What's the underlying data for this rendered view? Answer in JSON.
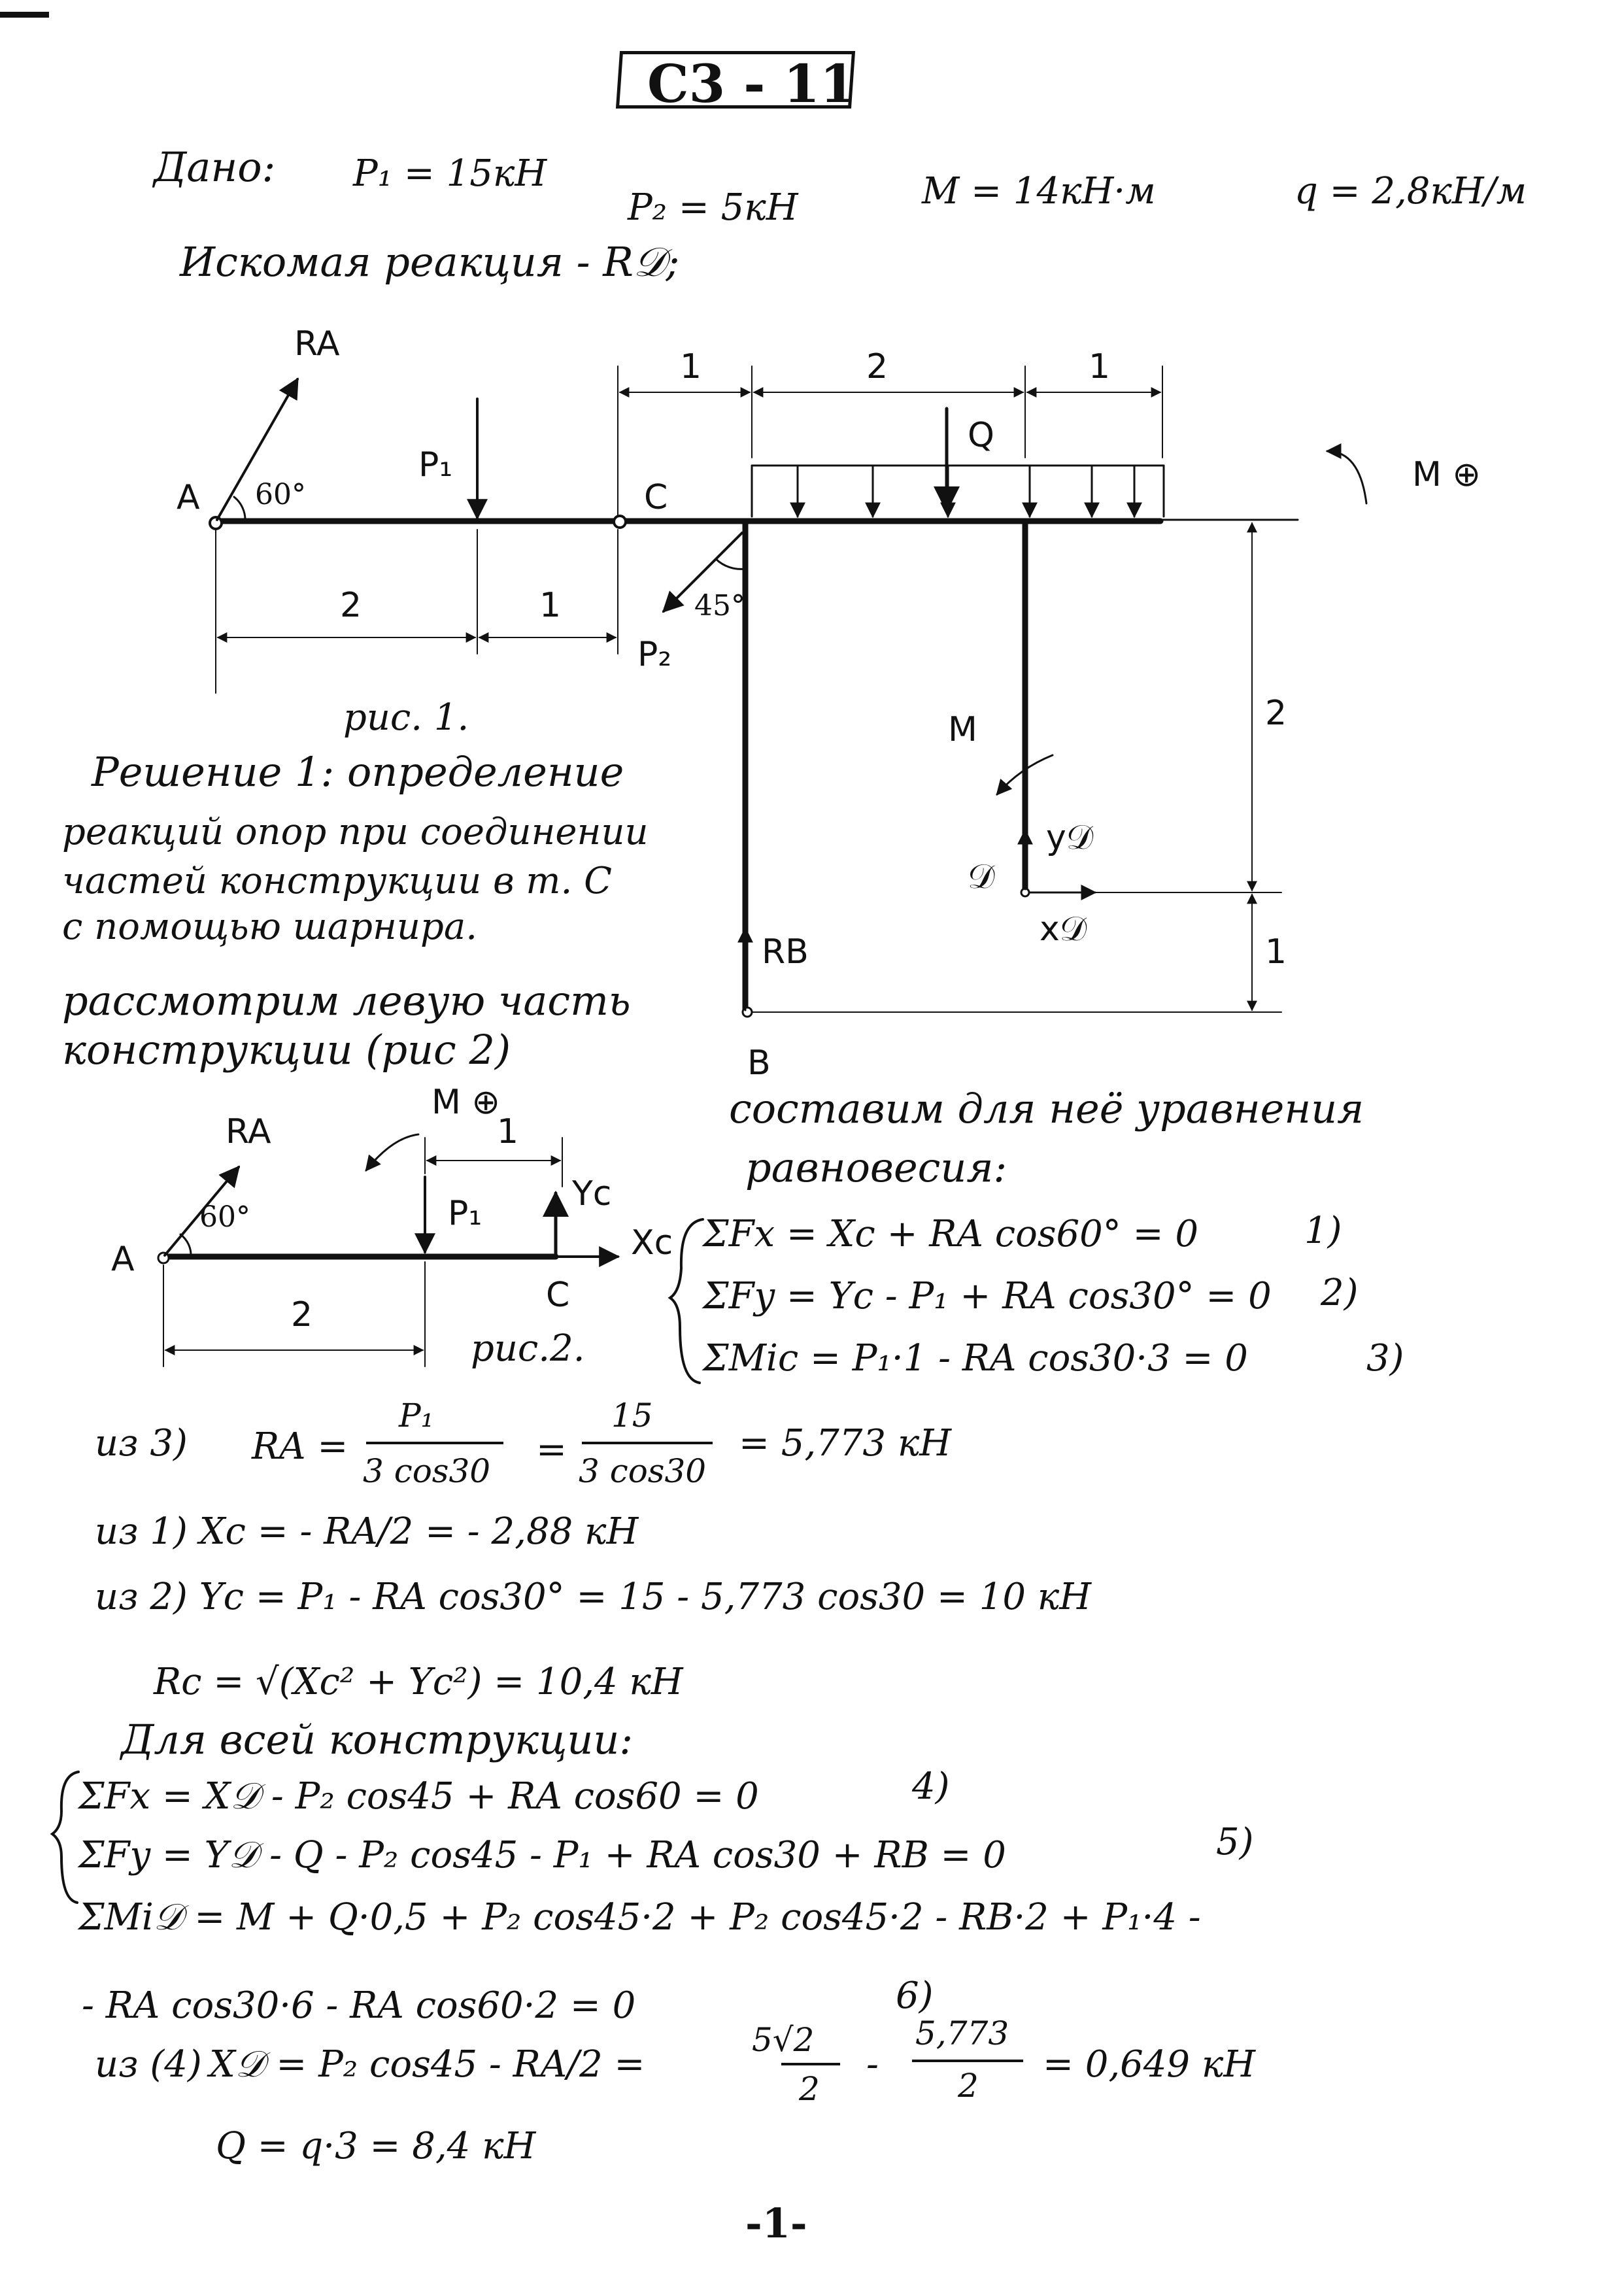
{
  "title": "С3 - 11",
  "given": {
    "label": "Дано:",
    "p1": "P₁ = 15кН",
    "p2": "P₂ = 5кН",
    "m": "M = 14кН·м",
    "q": "q = 2,8кН/м",
    "sought": "Искомая реакция - R𝒟;"
  },
  "fig1": {
    "ra": "RA",
    "a": "A",
    "angle60": "60°",
    "p1": "P₁",
    "c": "C",
    "p2": "P₂",
    "angle45": "45°",
    "q": "Q",
    "moment": "M ⊕",
    "m_label": "M",
    "yd": "y𝒟",
    "xd": "x𝒟",
    "d": "𝒟",
    "rb": "RB",
    "b": "B",
    "dim_1a": "1",
    "dim_2": "2",
    "dim_1b": "1",
    "dim_bot_2": "2",
    "dim_bot_1": "1",
    "dim_right_2": "2",
    "dim_right_1": "1",
    "caption": "рис. 1."
  },
  "solution": {
    "line1": "Решение 1: определение",
    "line2": "реакций опор при соединении",
    "line3": "частей конструкции в т. C",
    "line4": "с помощью шарнира.",
    "line5": "рассмотрим левую часть",
    "line6": "конструкции (рис 2)"
  },
  "fig2": {
    "ra": "RA",
    "moment": "M ⊕",
    "dim_1": "1",
    "yc": "Yc",
    "p1": "P₁",
    "xc": "Xc",
    "a": "A",
    "angle": "60°",
    "dim_2": "2",
    "c": "C",
    "caption": "рис.2."
  },
  "equations": {
    "intro1": "составим для неё уравнения",
    "intro2": "равновесия:",
    "eq1": "ΣFx = Xc + RA cos60° = 0",
    "n1": "1)",
    "eq2": "ΣFy = Yc - P₁ + RA cos30° = 0",
    "n2": "2)",
    "eq3": "ΣMic = P₁·1 - RA cos30·3 = 0",
    "n3": "3)"
  },
  "calc": {
    "from3_label": "из 3)",
    "ra_eq": "RA =",
    "frac1_num": "P₁",
    "frac1_den": "3 cos30",
    "eq_sign": "=",
    "frac2_num": "15",
    "frac2_den": "3 cos30",
    "ra_result": "= 5,773 кН",
    "from1": "из 1)   Xc = - RA/2 = - 2,88 кН",
    "from2": "из 2)   Yc = P₁ - RA cos30° = 15 - 5,773 cos30 = 10 кН",
    "rc": "Rc = √(Xc² + Yc²) = 10,4 кН",
    "whole": "Для всей конструкции:",
    "e4": "ΣFx = X𝒟 - P₂ cos45 + RA cos60 = 0",
    "n4": "4)",
    "e5": "ΣFy = Y𝒟 - Q - P₂ cos45 - P₁ + RA cos30 + RB = 0",
    "n5": "5)",
    "e6": "ΣMi𝒟 = M + Q·0,5 + P₂ cos45·2 + P₂ cos45·2 - RB·2 + P₁·4 -",
    "e6b": "- RA cos30·6 - RA cos60·2 = 0",
    "n6": "6)",
    "from4_label": "из (4)",
    "from4_lhs": "X𝒟 = P₂ cos45 - RA/2 =",
    "from4_frac1_num": "5√2",
    "from4_frac1_den": "2",
    "from4_minus": "-",
    "from4_frac2_num": "5,773",
    "from4_frac2_den": "2",
    "from4_result": "= 0,649 кН",
    "qcalc": "Q = q·3 = 8,4 кН"
  },
  "page_number": "-1-"
}
